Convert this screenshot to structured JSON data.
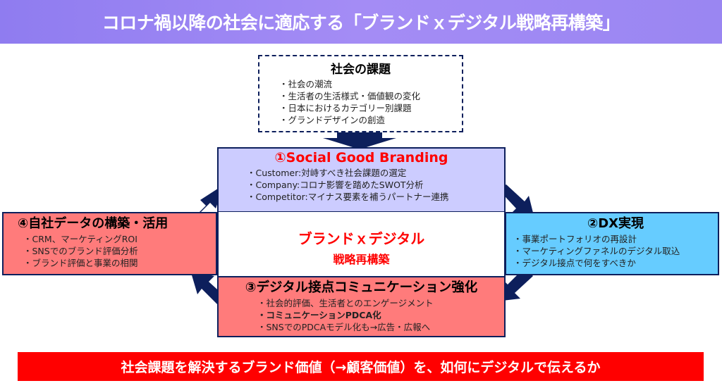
{
  "title": "コロナ禍以降の社会に適応する「ブランドｘデジタル戦略再構築」",
  "issues": {
    "heading": "社会の課題",
    "items": [
      "・社会の潮流",
      "・生活者の生活様式・価値観の変化",
      "・日本におけるカテゴリー別課題",
      "・グランドデザインの創造"
    ]
  },
  "box1": {
    "heading": "①Social Good Branding",
    "items": [
      "・Customer:対峙すべき社会課題の選定",
      "・Company:コロナ影響を踏めたSWOT分析",
      "・Competitor:マイナス要素を補うパートナー連携"
    ]
  },
  "center": {
    "line1": "ブランドｘデジタル",
    "line2": "戦略再構築"
  },
  "box2": {
    "heading": "②DX実現",
    "items": [
      "・事業ポートフォリオの再設計",
      "・マーケティングファネルのデジタル取込",
      "・デジタル接点で何をすべきか"
    ]
  },
  "box3": {
    "heading": "③デジタル接点コミュニケーション強化",
    "items": [
      "・社会的評価、生活者とのエンゲージメント",
      "・コミュニケーションPDCA化",
      "・SNSでのPDCAモデル化も→広告・広報へ"
    ]
  },
  "box4": {
    "heading": "④自社データの構築・活用",
    "items": [
      "・CRM、マーケティングROI",
      "・SNSでのブランド評価分析",
      "・ブランド評価と事業の相関"
    ]
  },
  "footer": "社会課題を解決するブランド価値（→顧客価値）を、如何にデジタルで伝えるか"
}
